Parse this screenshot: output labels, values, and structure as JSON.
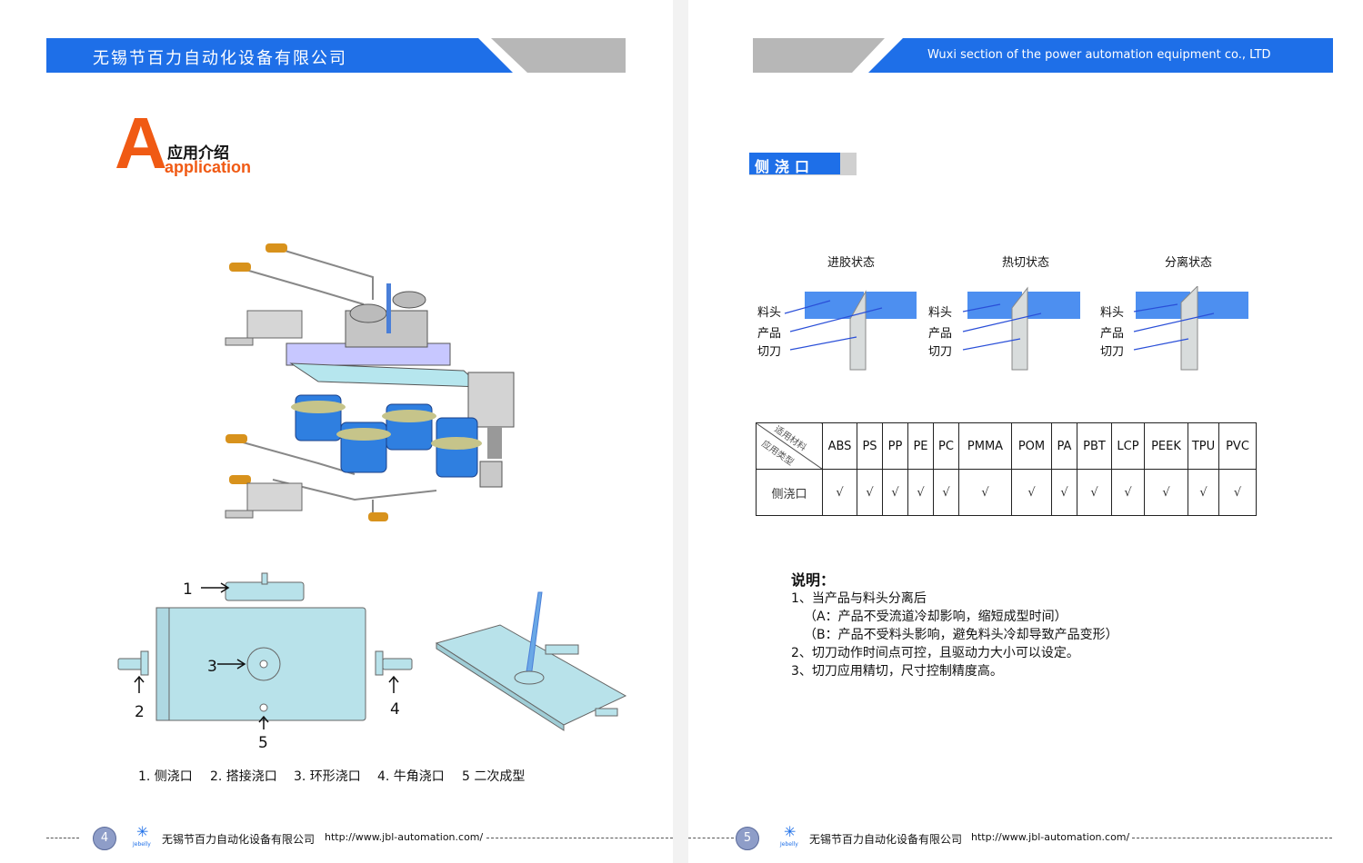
{
  "header_left": {
    "title": "无锡节百力自动化设备有限公司"
  },
  "header_right": {
    "title": "Wuxi section of the power automation equipment co., LTD"
  },
  "section": {
    "letter": "A",
    "title_cn": "应用介绍",
    "title_en": "application"
  },
  "diagram_labels": {
    "n1": "1",
    "n2": "2",
    "n3": "3",
    "n4": "4",
    "n5": "5"
  },
  "caption": {
    "i1": "1. 侧浇口",
    "i2": "2. 搭接浇口",
    "i3": "3. 环形浇口",
    "i4": "4. 牛角浇口",
    "i5": "5 二次成型"
  },
  "side_gate": {
    "tag": "侧浇口"
  },
  "states": [
    {
      "title": "进胶状态",
      "l1": "料头",
      "l2": "产品",
      "l3": "切刀"
    },
    {
      "title": "热切状态",
      "l1": "料头",
      "l2": "产品",
      "l3": "切刀"
    },
    {
      "title": "分离状态",
      "l1": "料头",
      "l2": "产品",
      "l3": "切刀"
    }
  ],
  "table": {
    "corner_top": "适用材料",
    "corner_bottom": "应用类型",
    "headers": [
      "ABS",
      "PS",
      "PP",
      "PE",
      "PC",
      "PMMA",
      "POM",
      "PA",
      "PBT",
      "LCP",
      "PEEK",
      "TPU",
      "PVC"
    ],
    "row_label": "侧浇口",
    "row_values": [
      "√",
      "√",
      "√",
      "√",
      "√",
      "√",
      "√",
      "√",
      "√",
      "√",
      "√",
      "√",
      "√"
    ]
  },
  "notes": {
    "title": "说明：",
    "l1": "1、当产品与料头分离后",
    "l2": "（A：产品不受流道冷却影响，缩短成型时间）",
    "l3": "（B：产品不受料头影响，避免料头冷却导致产品变形）",
    "l4": "2、切刀动作时间点可控，且驱动力大小可以设定。",
    "l5": "3、切刀应用精切，尺寸控制精度高。"
  },
  "footer_left": {
    "page": "4",
    "logo_text": "Jebelly",
    "company": "无锡节百力自动化设备有限公司",
    "url": "http://www.jbl-automation.com/"
  },
  "footer_right": {
    "page": "5",
    "logo_text": "Jebelly",
    "company": "无锡节百力自动化设备有限公司",
    "url": "http://www.jbl-automation.com/"
  },
  "colors": {
    "accent_blue": "#1e6fe8",
    "accent_orange": "#f05a14",
    "banner_gray": "#b7b7b7"
  }
}
